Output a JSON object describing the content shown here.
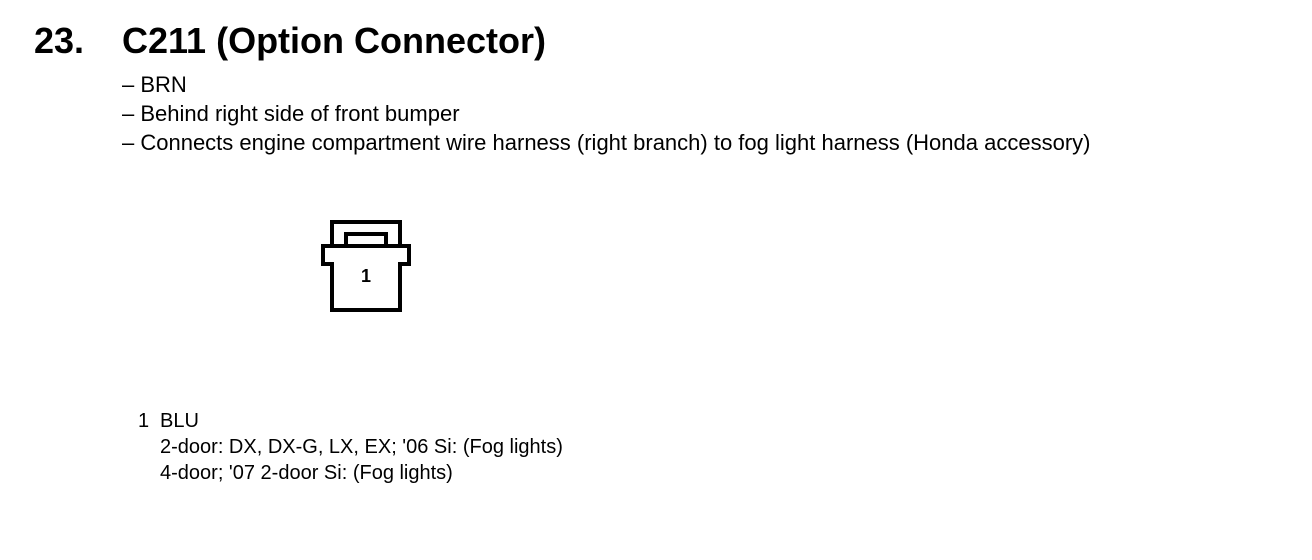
{
  "heading": {
    "number": "23.",
    "title": "C211 (Option Connector)"
  },
  "bullets": [
    "– BRN",
    "– Behind right side of front bumper",
    "– Connects engine compartment wire harness (right branch) to fog light harness (Honda accessory)"
  ],
  "connector": {
    "pin_label": "1"
  },
  "pins": [
    {
      "number": "1",
      "color": "BLU",
      "notes": [
        "2-door: DX, DX-G, LX, EX; '06 Si: (Fog lights)",
        "4-door; '07 2-door Si: (Fog lights)"
      ]
    }
  ]
}
